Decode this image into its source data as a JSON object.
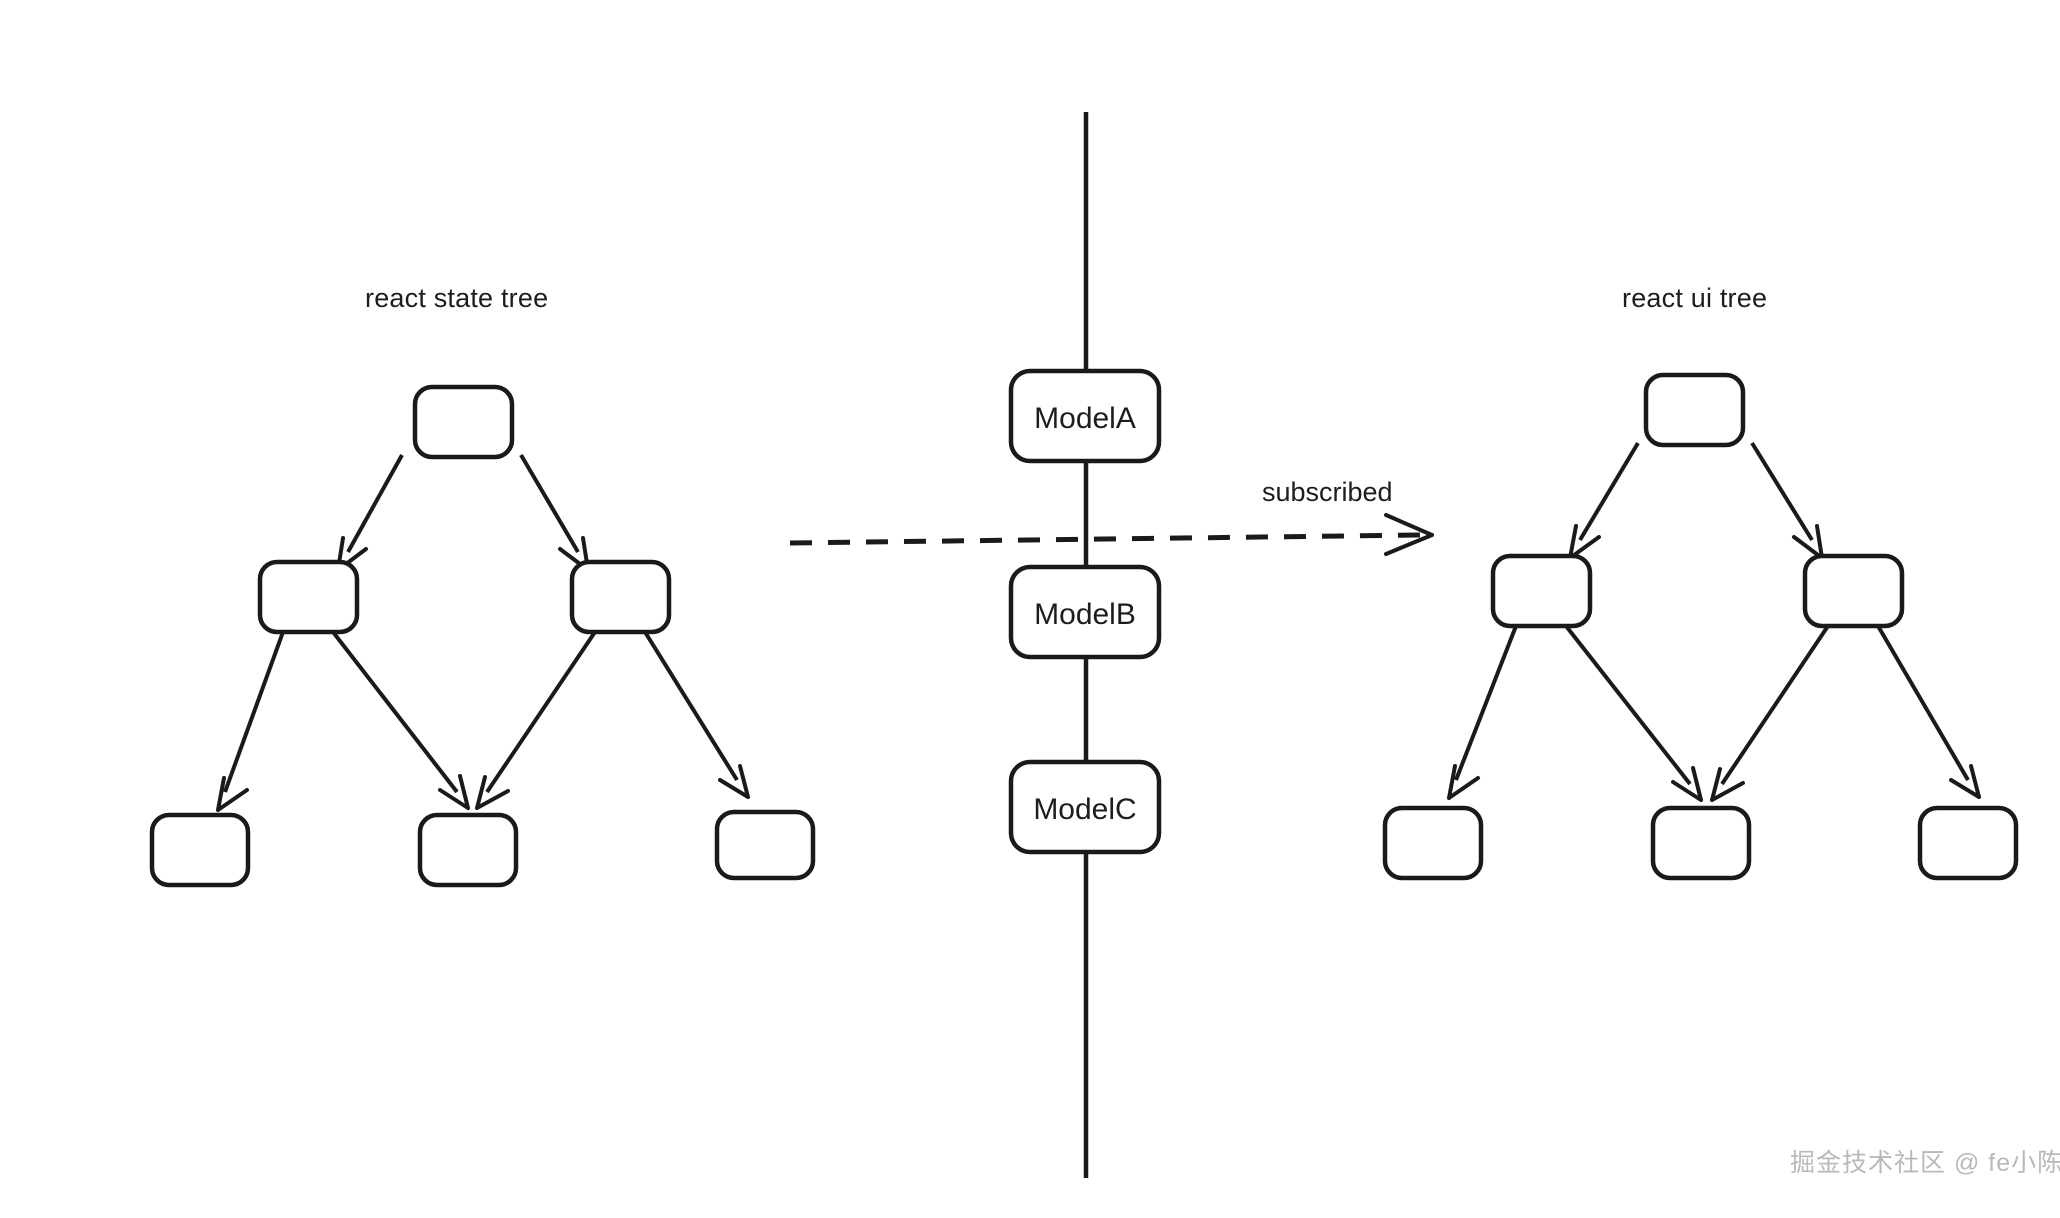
{
  "diagram": {
    "title_left": "react state tree",
    "title_right": "react ui tree",
    "edge_label_subscribed": "subscribed",
    "watermark": "掘金技术社区 @ fe小陈",
    "colors": {
      "stroke": "#1a1a1a",
      "background": "#ffffff",
      "text": "#1d1d1d",
      "watermark": "#b9b9b9"
    },
    "models": [
      {
        "label": "ModelA"
      },
      {
        "label": "ModelB"
      },
      {
        "label": "ModelC"
      }
    ],
    "state_tree": {
      "caption": "react state tree",
      "nodes": [
        {
          "id": "s-root",
          "level": 0,
          "label": ""
        },
        {
          "id": "s-mid-l",
          "level": 1,
          "label": ""
        },
        {
          "id": "s-mid-r",
          "level": 1,
          "label": ""
        },
        {
          "id": "s-leaf-1",
          "level": 2,
          "label": ""
        },
        {
          "id": "s-leaf-2",
          "level": 2,
          "label": ""
        },
        {
          "id": "s-leaf-3",
          "level": 2,
          "label": ""
        }
      ],
      "edges": [
        {
          "from": "s-root",
          "to": "s-mid-l"
        },
        {
          "from": "s-root",
          "to": "s-mid-r"
        },
        {
          "from": "s-mid-l",
          "to": "s-leaf-1"
        },
        {
          "from": "s-mid-l",
          "to": "s-leaf-2"
        },
        {
          "from": "s-mid-r",
          "to": "s-leaf-2"
        },
        {
          "from": "s-mid-r",
          "to": "s-leaf-3"
        }
      ]
    },
    "ui_tree": {
      "caption": "react ui tree",
      "nodes": [
        {
          "id": "u-root",
          "level": 0,
          "label": ""
        },
        {
          "id": "u-mid-l",
          "level": 1,
          "label": ""
        },
        {
          "id": "u-mid-r",
          "level": 1,
          "label": ""
        },
        {
          "id": "u-leaf-1",
          "level": 2,
          "label": ""
        },
        {
          "id": "u-leaf-2",
          "level": 2,
          "label": ""
        },
        {
          "id": "u-leaf-3",
          "level": 2,
          "label": ""
        }
      ],
      "edges": [
        {
          "from": "u-root",
          "to": "u-mid-l"
        },
        {
          "from": "u-root",
          "to": "u-mid-r"
        },
        {
          "from": "u-mid-l",
          "to": "u-leaf-1"
        },
        {
          "from": "u-mid-l",
          "to": "u-leaf-2"
        },
        {
          "from": "u-mid-r",
          "to": "u-leaf-2"
        },
        {
          "from": "u-mid-r",
          "to": "u-leaf-3"
        }
      ]
    }
  }
}
